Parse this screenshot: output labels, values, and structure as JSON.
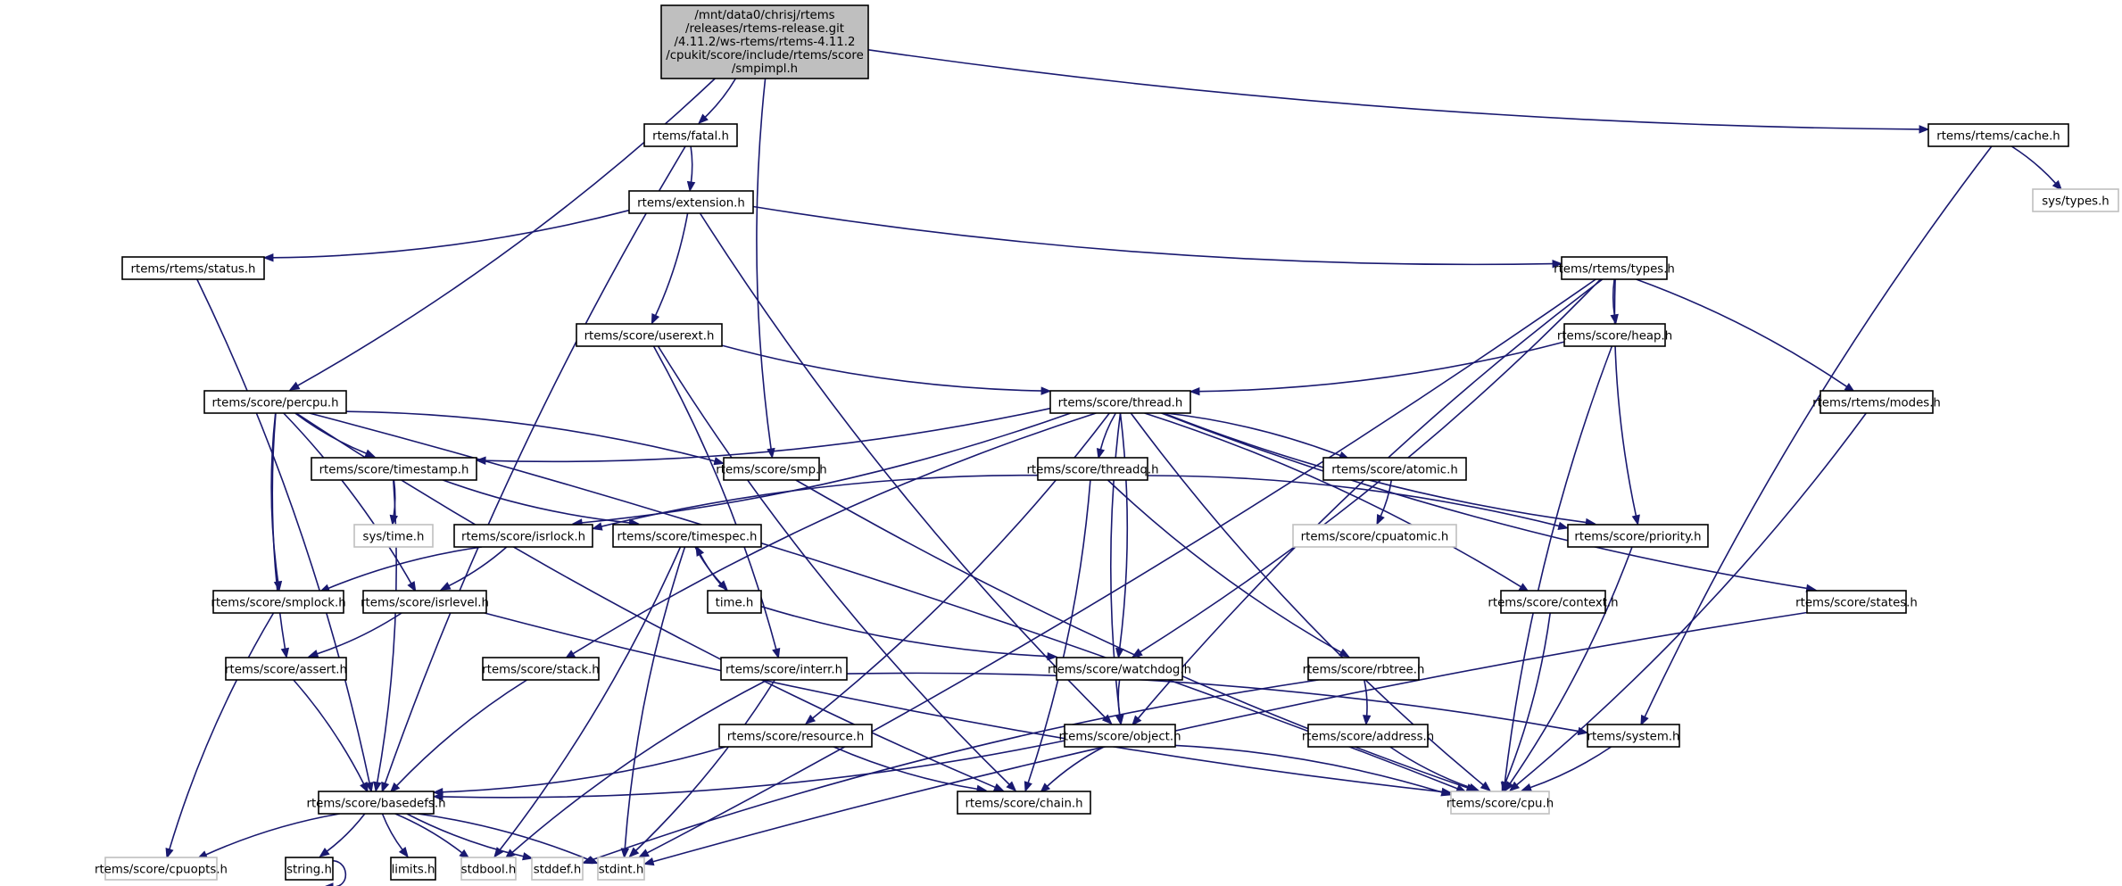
{
  "diagram": {
    "type": "include-dependency-graph",
    "root": {
      "id": "root",
      "lines": [
        "/mnt/data0/chrisj/rtems",
        "/releases/rtems-release.git",
        "/4.11.2/ws-rtems/rtems-4.11.2",
        "/cpukit/score/include/rtems/score",
        "/smpimpl.h"
      ]
    },
    "nodes": [
      {
        "id": "fatal",
        "label": "rtems/fatal.h",
        "external": false
      },
      {
        "id": "cache",
        "label": "rtems/rtems/cache.h",
        "external": false
      },
      {
        "id": "systypes",
        "label": "sys/types.h",
        "external": true
      },
      {
        "id": "extension",
        "label": "rtems/extension.h",
        "external": false
      },
      {
        "id": "status",
        "label": "rtems/rtems/status.h",
        "external": false
      },
      {
        "id": "types",
        "label": "rtems/rtems/types.h",
        "external": false
      },
      {
        "id": "userext",
        "label": "rtems/score/userext.h",
        "external": false
      },
      {
        "id": "heap",
        "label": "rtems/score/heap.h",
        "external": false
      },
      {
        "id": "percpu",
        "label": "rtems/score/percpu.h",
        "external": false
      },
      {
        "id": "thread",
        "label": "rtems/score/thread.h",
        "external": false
      },
      {
        "id": "modes",
        "label": "rtems/rtems/modes.h",
        "external": false
      },
      {
        "id": "timestamp",
        "label": "rtems/score/timestamp.h",
        "external": false
      },
      {
        "id": "smp",
        "label": "rtems/score/smp.h",
        "external": false
      },
      {
        "id": "threadq",
        "label": "rtems/score/threadq.h",
        "external": false
      },
      {
        "id": "atomic",
        "label": "rtems/score/atomic.h",
        "external": false
      },
      {
        "id": "systime",
        "label": "sys/time.h",
        "external": true
      },
      {
        "id": "isrlock",
        "label": "rtems/score/isrlock.h",
        "external": false
      },
      {
        "id": "timespec",
        "label": "rtems/score/timespec.h",
        "external": false
      },
      {
        "id": "cpuatomic",
        "label": "rtems/score/cpuatomic.h",
        "external": true
      },
      {
        "id": "priority",
        "label": "rtems/score/priority.h",
        "external": false
      },
      {
        "id": "smplock",
        "label": "rtems/score/smplock.h",
        "external": false
      },
      {
        "id": "isrlevel",
        "label": "rtems/score/isrlevel.h",
        "external": false
      },
      {
        "id": "time",
        "label": "time.h",
        "external": false
      },
      {
        "id": "context",
        "label": "rtems/score/context.h",
        "external": false
      },
      {
        "id": "states",
        "label": "rtems/score/states.h",
        "external": false
      },
      {
        "id": "assert",
        "label": "rtems/score/assert.h",
        "external": false
      },
      {
        "id": "stack",
        "label": "rtems/score/stack.h",
        "external": false
      },
      {
        "id": "interr",
        "label": "rtems/score/interr.h",
        "external": false
      },
      {
        "id": "watchdog",
        "label": "rtems/score/watchdog.h",
        "external": false
      },
      {
        "id": "rbtree",
        "label": "rtems/score/rbtree.h",
        "external": false
      },
      {
        "id": "resource",
        "label": "rtems/score/resource.h",
        "external": false
      },
      {
        "id": "object",
        "label": "rtems/score/object.h",
        "external": false
      },
      {
        "id": "address",
        "label": "rtems/score/address.h",
        "external": false
      },
      {
        "id": "system",
        "label": "rtems/system.h",
        "external": false
      },
      {
        "id": "basedefs",
        "label": "rtems/score/basedefs.h",
        "external": false
      },
      {
        "id": "chain",
        "label": "rtems/score/chain.h",
        "external": false
      },
      {
        "id": "cpu",
        "label": "rtems/score/cpu.h",
        "external": true
      },
      {
        "id": "cpuopts",
        "label": "rtems/score/cpuopts.h",
        "external": true
      },
      {
        "id": "string",
        "label": "string.h",
        "external": false
      },
      {
        "id": "limits",
        "label": "limits.h",
        "external": false
      },
      {
        "id": "stdbool",
        "label": "stdbool.h",
        "external": true
      },
      {
        "id": "stddef",
        "label": "stddef.h",
        "external": true
      },
      {
        "id": "stdint",
        "label": "stdint.h",
        "external": true
      }
    ],
    "edges": [
      [
        "root",
        "fatal"
      ],
      [
        "root",
        "cache"
      ],
      [
        "root",
        "percpu"
      ],
      [
        "root",
        "smp"
      ],
      [
        "fatal",
        "extension"
      ],
      [
        "fatal",
        "basedefs"
      ],
      [
        "cache",
        "systypes"
      ],
      [
        "cache",
        "system"
      ],
      [
        "extension",
        "status"
      ],
      [
        "extension",
        "types"
      ],
      [
        "extension",
        "userext"
      ],
      [
        "extension",
        "object"
      ],
      [
        "status",
        "basedefs"
      ],
      [
        "types",
        "heap"
      ],
      [
        "types",
        "modes"
      ],
      [
        "types",
        "priority"
      ],
      [
        "types",
        "watchdog"
      ],
      [
        "types",
        "object"
      ],
      [
        "types",
        "stdint"
      ],
      [
        "userext",
        "thread"
      ],
      [
        "userext",
        "interr"
      ],
      [
        "userext",
        "chain"
      ],
      [
        "heap",
        "thread"
      ],
      [
        "heap",
        "cpu"
      ],
      [
        "modes",
        "cpu"
      ],
      [
        "percpu",
        "timestamp"
      ],
      [
        "percpu",
        "smp"
      ],
      [
        "percpu",
        "smplock"
      ],
      [
        "percpu",
        "isrlevel"
      ],
      [
        "percpu",
        "assert"
      ],
      [
        "percpu",
        "cpu"
      ],
      [
        "percpu",
        "chain"
      ],
      [
        "thread",
        "timestamp"
      ],
      [
        "thread",
        "threadq"
      ],
      [
        "thread",
        "atomic"
      ],
      [
        "thread",
        "priority"
      ],
      [
        "thread",
        "context"
      ],
      [
        "thread",
        "states"
      ],
      [
        "thread",
        "isrlock"
      ],
      [
        "thread",
        "stack"
      ],
      [
        "thread",
        "watchdog"
      ],
      [
        "thread",
        "object"
      ],
      [
        "thread",
        "resource"
      ],
      [
        "thread",
        "cpu"
      ],
      [
        "timestamp",
        "systime"
      ],
      [
        "timestamp",
        "timespec"
      ],
      [
        "timestamp",
        "basedefs"
      ],
      [
        "smp",
        "cpu"
      ],
      [
        "threadq",
        "priority"
      ],
      [
        "threadq",
        "rbtree"
      ],
      [
        "threadq",
        "chain"
      ],
      [
        "threadq",
        "isrlock"
      ],
      [
        "atomic",
        "cpuatomic"
      ],
      [
        "isrlock",
        "smplock"
      ],
      [
        "isrlock",
        "isrlevel"
      ],
      [
        "timespec",
        "time"
      ],
      [
        "timespec",
        "stdbool"
      ],
      [
        "timespec",
        "stdint"
      ],
      [
        "time",
        "timespec"
      ],
      [
        "time",
        "watchdog"
      ],
      [
        "priority",
        "cpu"
      ],
      [
        "smplock",
        "cpuopts"
      ],
      [
        "isrlevel",
        "assert"
      ],
      [
        "isrlevel",
        "cpu"
      ],
      [
        "context",
        "cpu"
      ],
      [
        "states",
        "stdint"
      ],
      [
        "assert",
        "basedefs"
      ],
      [
        "stack",
        "basedefs"
      ],
      [
        "interr",
        "system"
      ],
      [
        "interr",
        "stdbool"
      ],
      [
        "interr",
        "stdint"
      ],
      [
        "watchdog",
        "object"
      ],
      [
        "rbtree",
        "address"
      ],
      [
        "rbtree",
        "stddef"
      ],
      [
        "resource",
        "basedefs"
      ],
      [
        "resource",
        "chain"
      ],
      [
        "object",
        "basedefs"
      ],
      [
        "object",
        "chain"
      ],
      [
        "object",
        "cpu"
      ],
      [
        "address",
        "cpu"
      ],
      [
        "system",
        "cpu"
      ],
      [
        "basedefs",
        "cpuopts"
      ],
      [
        "basedefs",
        "string"
      ],
      [
        "basedefs",
        "limits"
      ],
      [
        "basedefs",
        "stdbool"
      ],
      [
        "basedefs",
        "stddef"
      ],
      [
        "basedefs",
        "stdint"
      ],
      [
        "string",
        "string"
      ]
    ],
    "colors": {
      "edge": "#191970",
      "node_border": "#000000",
      "external_border": "#bfbfbf",
      "root_fill": "#bfbfbf",
      "background": "#ffffff"
    }
  }
}
